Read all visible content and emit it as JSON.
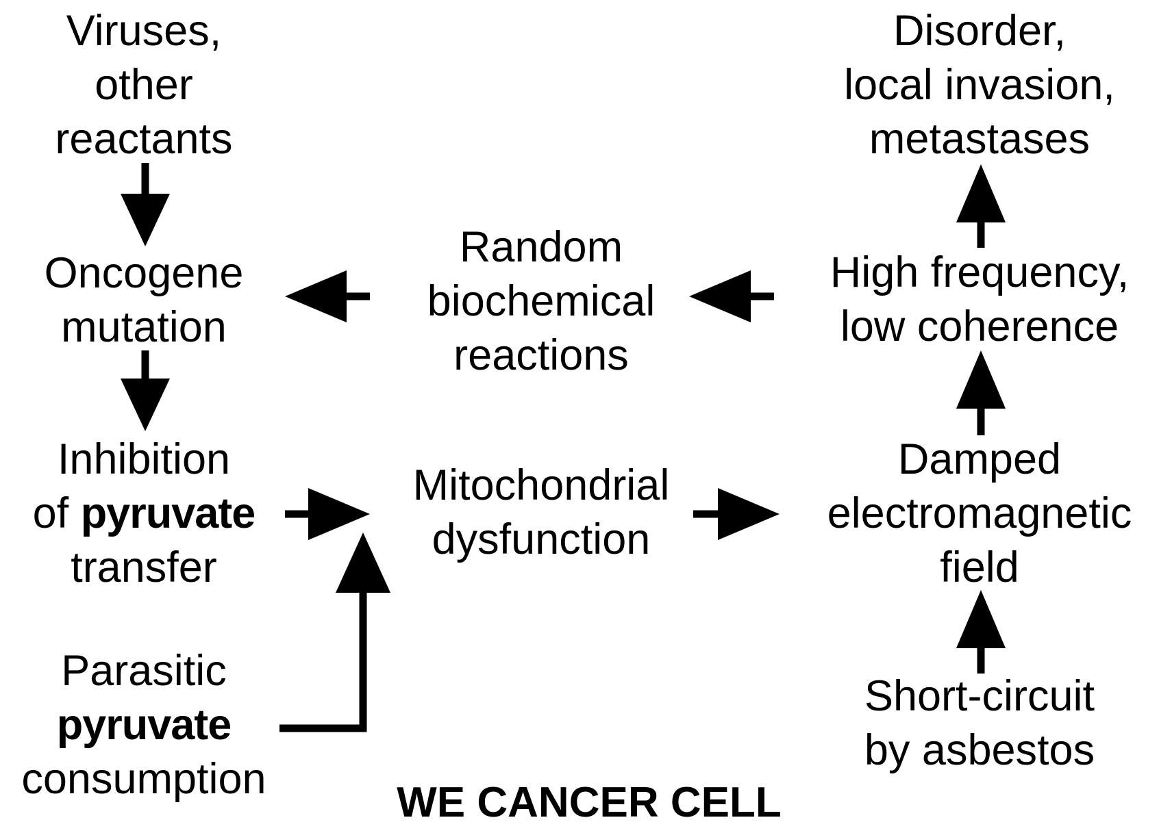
{
  "title": "WE CANCER CELL",
  "nodes": {
    "viruses": {
      "lines": [
        "Viruses,",
        "other",
        "reactants"
      ]
    },
    "oncogene": {
      "lines": [
        "Oncogene",
        "mutation"
      ]
    },
    "inhibition": {
      "line1": "Inhibition",
      "line2_pre": "of ",
      "line2_bold": "pyruvate",
      "line3": "transfer"
    },
    "parasitic": {
      "line1": "Parasitic",
      "line2_bold": "pyruvate",
      "line3": "consumption"
    },
    "random": {
      "lines": [
        "Random",
        "biochemical",
        "reactions"
      ]
    },
    "mitochondrial": {
      "lines": [
        "Mitochondrial",
        "dysfunction"
      ]
    },
    "disorder": {
      "lines": [
        "Disorder,",
        "local invasion,",
        "metastases"
      ]
    },
    "high_frequency": {
      "lines": [
        "High frequency,",
        "low coherence"
      ]
    },
    "damped": {
      "lines": [
        "Damped",
        "electromagnetic",
        "field"
      ]
    },
    "short_circuit": {
      "lines": [
        "Short-circuit",
        "by asbestos"
      ]
    }
  },
  "colors": {
    "ink": "#000000",
    "background": "#ffffff"
  }
}
